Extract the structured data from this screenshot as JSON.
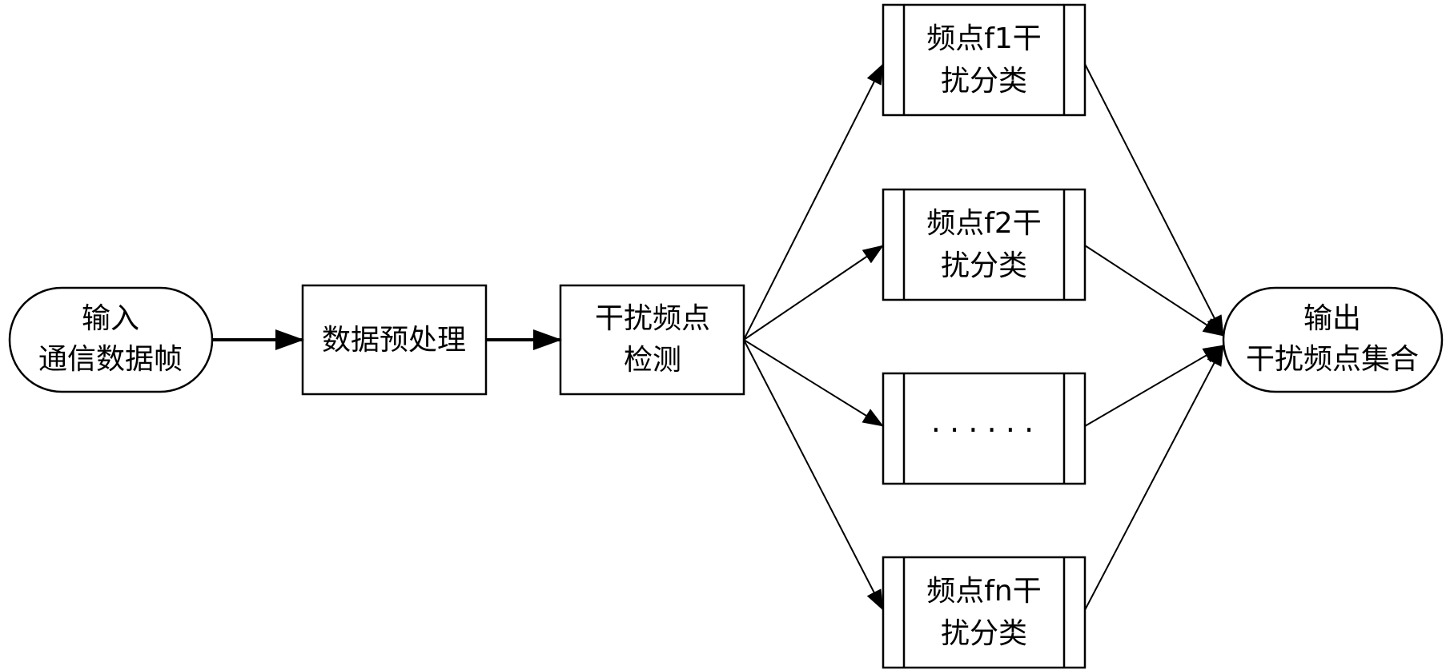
{
  "nodes": {
    "input": {
      "line1": "输入",
      "line2": "通信数据帧"
    },
    "preprocess": {
      "label": "数据预处理"
    },
    "detect": {
      "line1": "干扰频点",
      "line2": "检测"
    },
    "classify_f1": {
      "line1": "频点f1干",
      "line2": "扰分类"
    },
    "classify_f2": {
      "line1": "频点f2干",
      "line2": "扰分类"
    },
    "classify_more": {
      "label": "......"
    },
    "classify_fn": {
      "line1": "频点fn干",
      "line2": "扰分类"
    },
    "output": {
      "line1": "输出",
      "line2": "干扰频点集合"
    }
  }
}
